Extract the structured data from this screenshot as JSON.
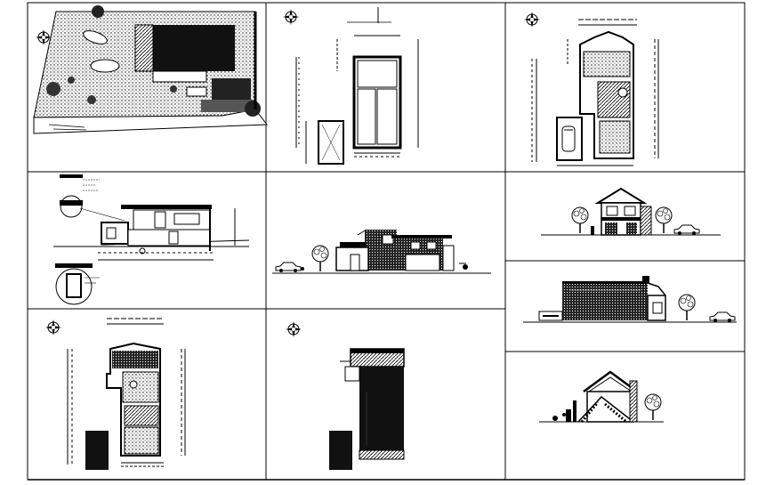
{
  "sheet": {
    "panels": [
      {
        "id": "site-plan",
        "kind": "site plan"
      },
      {
        "id": "ground-floor-plan",
        "kind": "floor plan"
      },
      {
        "id": "first-floor-plan",
        "kind": "floor plan"
      },
      {
        "id": "section-a",
        "kind": "section"
      },
      {
        "id": "front-elevation",
        "kind": "elevation"
      },
      {
        "id": "side-elevation-1",
        "kind": "elevation"
      },
      {
        "id": "rear-elevation",
        "kind": "elevation"
      },
      {
        "id": "second-floor-plan",
        "kind": "floor plan"
      },
      {
        "id": "roof-plan",
        "kind": "roof plan"
      },
      {
        "id": "section-b",
        "kind": "section"
      }
    ],
    "icons": [
      "north-arrow-icon",
      "tree-icon",
      "car-icon",
      "section-callout-icon"
    ],
    "colors": {
      "ink": "#000000",
      "paper": "#ffffff"
    }
  }
}
